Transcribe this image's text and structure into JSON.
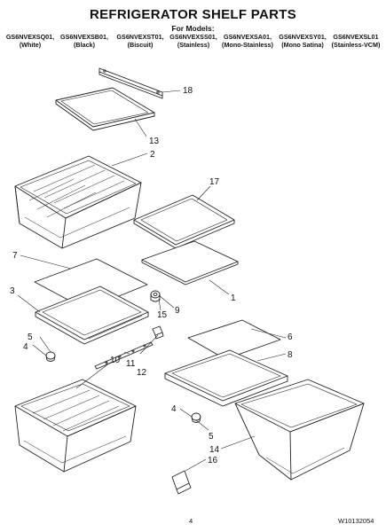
{
  "header": {
    "title": "REFRIGERATOR SHELF PARTS",
    "for_models": "For Models:"
  },
  "models": [
    {
      "code": "GS6NVEXSQ01,",
      "finish": "(White)"
    },
    {
      "code": "GS6NVEXSB01,",
      "finish": "(Black)"
    },
    {
      "code": "GS6NVEXST01,",
      "finish": "(Biscuit)"
    },
    {
      "code": "GS6NVEXSS01,",
      "finish": "(Stainless)"
    },
    {
      "code": "GS6NVEXSA01,",
      "finish": "(Mono-Stainless)"
    },
    {
      "code": "GS6NVEXSY01,",
      "finish": "(Mono Satina)"
    },
    {
      "code": "GS6NVEXSL01",
      "finish": "(Stainless-VCM)"
    }
  ],
  "callouts": {
    "c18": "18",
    "c13": "13",
    "c2": "2",
    "c17": "17",
    "c7": "7",
    "c3": "3",
    "c1": "1",
    "c15": "15",
    "c9": "9",
    "c5a": "5",
    "c4a": "4",
    "c10": "10",
    "c11": "11",
    "c12": "12",
    "c6": "6",
    "c8": "8",
    "c4b": "4",
    "c5b": "5",
    "c14": "14",
    "c16": "16"
  },
  "footer": {
    "page_number": "4",
    "doc_number": "W10132054"
  }
}
